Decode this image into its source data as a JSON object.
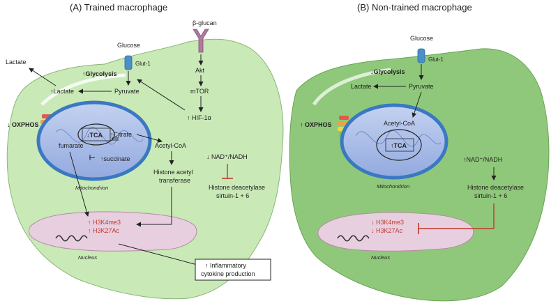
{
  "panel_a": {
    "title": "(A) Trained macrophage",
    "beta_glucan": "β-glucan",
    "glucose": "Glucose",
    "glut": "Glut-1",
    "lactate_out": "Lactate",
    "glycolysis": "↑Glycolysis",
    "lactate_in": "↑Lactate",
    "pyruvate": "Pyruvate",
    "akt": "Akt",
    "mtor": "mTOR",
    "hif": "↑ HIF-1α",
    "oxphos": "↓ OXPHOS",
    "fumarate": "fumarate",
    "tca": "↓TCA",
    "citrate": "↑Citrate",
    "succinate": "↑succinate",
    "mitochondrion": "Mitochondrion",
    "acetyl_coa": "Acetyl-CoA",
    "hat_line1": "Histone acetyl",
    "hat_line2": "transferase",
    "nad": "↓ NAD⁺/NADH",
    "hdac_line1": "Histone deacetylase",
    "hdac_line2": "sirtuin-1 + 6",
    "h3k4": "↑ H3K4me3",
    "h3k27": "↑ H3K27Ac",
    "nucleus": "Nucleus",
    "cytokine_line1": "↑ Inflammatory",
    "cytokine_line2": "cytokine production"
  },
  "panel_b": {
    "title": "(B) Non-trained macrophage",
    "glucose": "Glucose",
    "glut": "Glut-1",
    "glycolysis": "↓Glycolysis",
    "lactate": "Lactate",
    "pyruvate": "Pyruvate",
    "oxphos": "↑ OXPHOS",
    "acetyl_coa": "Acetyl-CoA",
    "tca": "↑TCA",
    "mitochondrion": "Mitochondrion",
    "nad": "↑NAD⁺/NADH",
    "hdac_line1": "Histone deacetylase",
    "hdac_line2": "sirtuin-1 + 6",
    "h3k4": "↓ H3K4me3",
    "h3k27": "↓ H3K27Ac",
    "nucleus": "Nucleus"
  },
  "colors": {
    "cell_a": "#c9e9b7",
    "cell_b": "#8fc87a",
    "mito_fill": "#a9bde6",
    "mito_border": "#3a78c2",
    "nucleus_fill": "#e8cfe0",
    "inhibit": "#c0392b",
    "red_text": "#c0392b"
  }
}
